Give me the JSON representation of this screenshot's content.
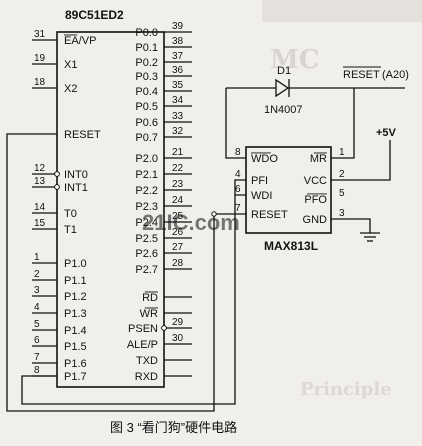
{
  "mcu": {
    "name": "89C51ED2",
    "left_pins": [
      {
        "num": "31",
        "label": "EA/VP",
        "overline": "EA"
      },
      {
        "num": "19",
        "label": "X1"
      },
      {
        "num": "18",
        "label": "X2"
      },
      {
        "num": "",
        "label": "RESET"
      },
      {
        "num": "12",
        "label": "INT0"
      },
      {
        "num": "13",
        "label": "INT1"
      },
      {
        "num": "14",
        "label": "T0"
      },
      {
        "num": "15",
        "label": "T1"
      },
      {
        "num": "1",
        "label": "P1.0"
      },
      {
        "num": "2",
        "label": "P1.1"
      },
      {
        "num": "3",
        "label": "P1.2"
      },
      {
        "num": "4",
        "label": "P1.3"
      },
      {
        "num": "5",
        "label": "P1.4"
      },
      {
        "num": "6",
        "label": "P1.5"
      },
      {
        "num": "7",
        "label": "P1.6"
      },
      {
        "num": "8",
        "label": "P1.7"
      }
    ],
    "right_pins": [
      {
        "num": "39",
        "label": "P0.0"
      },
      {
        "num": "38",
        "label": "P0.1"
      },
      {
        "num": "37",
        "label": "P0.2"
      },
      {
        "num": "36",
        "label": "P0.3"
      },
      {
        "num": "35",
        "label": "P0.4"
      },
      {
        "num": "34",
        "label": "P0.5"
      },
      {
        "num": "33",
        "label": "P0.6"
      },
      {
        "num": "32",
        "label": "P0.7"
      },
      {
        "num": "21",
        "label": "P2.0"
      },
      {
        "num": "22",
        "label": "P2.1"
      },
      {
        "num": "23",
        "label": "P2.2"
      },
      {
        "num": "24",
        "label": "P2.3"
      },
      {
        "num": "25",
        "label": "P2.4"
      },
      {
        "num": "26",
        "label": "P2.5"
      },
      {
        "num": "27",
        "label": "P2.6"
      },
      {
        "num": "28",
        "label": "P2.7"
      },
      {
        "num": "",
        "label": "RD",
        "overline": "RD"
      },
      {
        "num": "",
        "label": "WR",
        "overline": "WR"
      },
      {
        "num": "29",
        "label": "PSEN"
      },
      {
        "num": "30",
        "label": "ALE/P"
      },
      {
        "num": "",
        "label": "TXD"
      },
      {
        "num": "",
        "label": "RXD"
      }
    ]
  },
  "supervisor": {
    "name": "MAX813L",
    "left_pins": [
      {
        "num": "8",
        "label": "WDO",
        "overline": "WDO"
      },
      {
        "num": "4",
        "label": "PFI"
      },
      {
        "num": "6",
        "label": "WDI"
      },
      {
        "num": "7",
        "label": "RESET"
      }
    ],
    "right_pins": [
      {
        "num": "1",
        "label": "MR",
        "overline": "MR"
      },
      {
        "num": "2",
        "label": "VCC"
      },
      {
        "num": "5",
        "label": "PFO",
        "overline": "PFO"
      },
      {
        "num": "3",
        "label": "GND"
      }
    ]
  },
  "diode": {
    "ref": "D1",
    "part": "1N4007"
  },
  "net_labels": {
    "reset_a20_main": "RESET",
    "reset_a20_suffix": "(A20)",
    "vcc": "+5V"
  },
  "caption": "图 3 “看门狗”硬件电路",
  "watermark": "21IC.com"
}
